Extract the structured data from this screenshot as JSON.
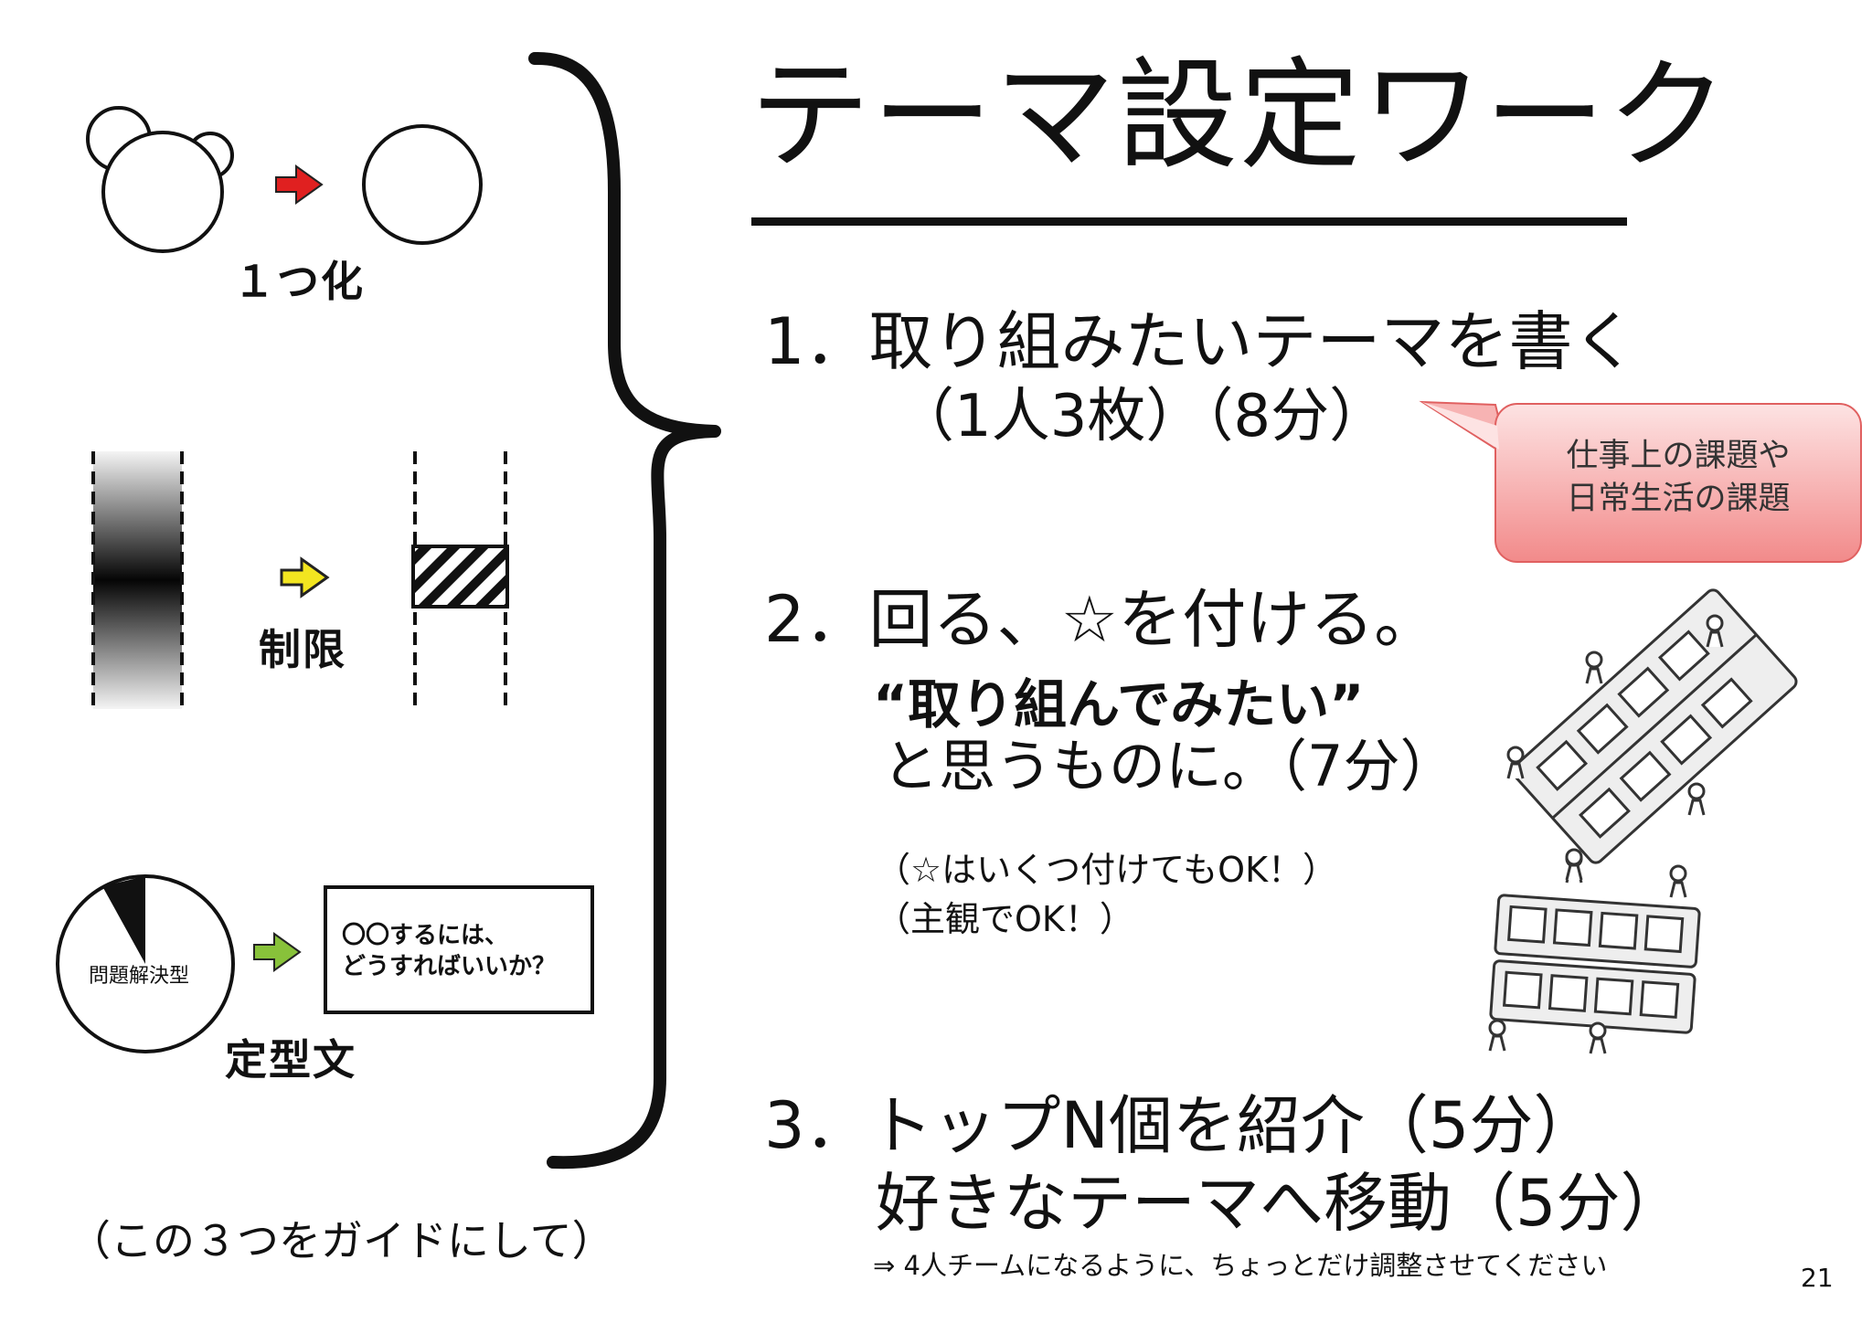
{
  "slide": {
    "title": "テーマ設定ワーク",
    "page_number": "21"
  },
  "left": {
    "label_1": "１つ化",
    "label_2": "制限",
    "label_3": "定型文",
    "pie_label": "問題解決型",
    "box_text_line1": "〇〇するには、",
    "box_text_line2": "どうすればいいか？",
    "guide": "（この３つをガイドにして）",
    "arrow_colors": [
      "#e02020",
      "#f2e520",
      "#88c23a"
    ]
  },
  "steps": {
    "step1_line1": "1．取り組みたいテーマを書く",
    "step1_line2": "（1人3枚）（8分）",
    "bubble_line1": "仕事上の課題や",
    "bubble_line2": "日常生活の課題",
    "step2_line1": "2．回る、☆を付ける。",
    "step2_bold": "“取り組んでみたい”",
    "step2_line3": "と思うものに。（7分）",
    "step2_note1": "（☆はいくつ付けてもOK！）",
    "step2_note2": "（主観でOK！）",
    "step3_line1": "3．トップN個を紹介（5分）",
    "step3_line2": "好きなテーマへ移動（5分）",
    "step3_note": "⇒ 4人チームになるように、ちょっとだけ調整させてください"
  }
}
